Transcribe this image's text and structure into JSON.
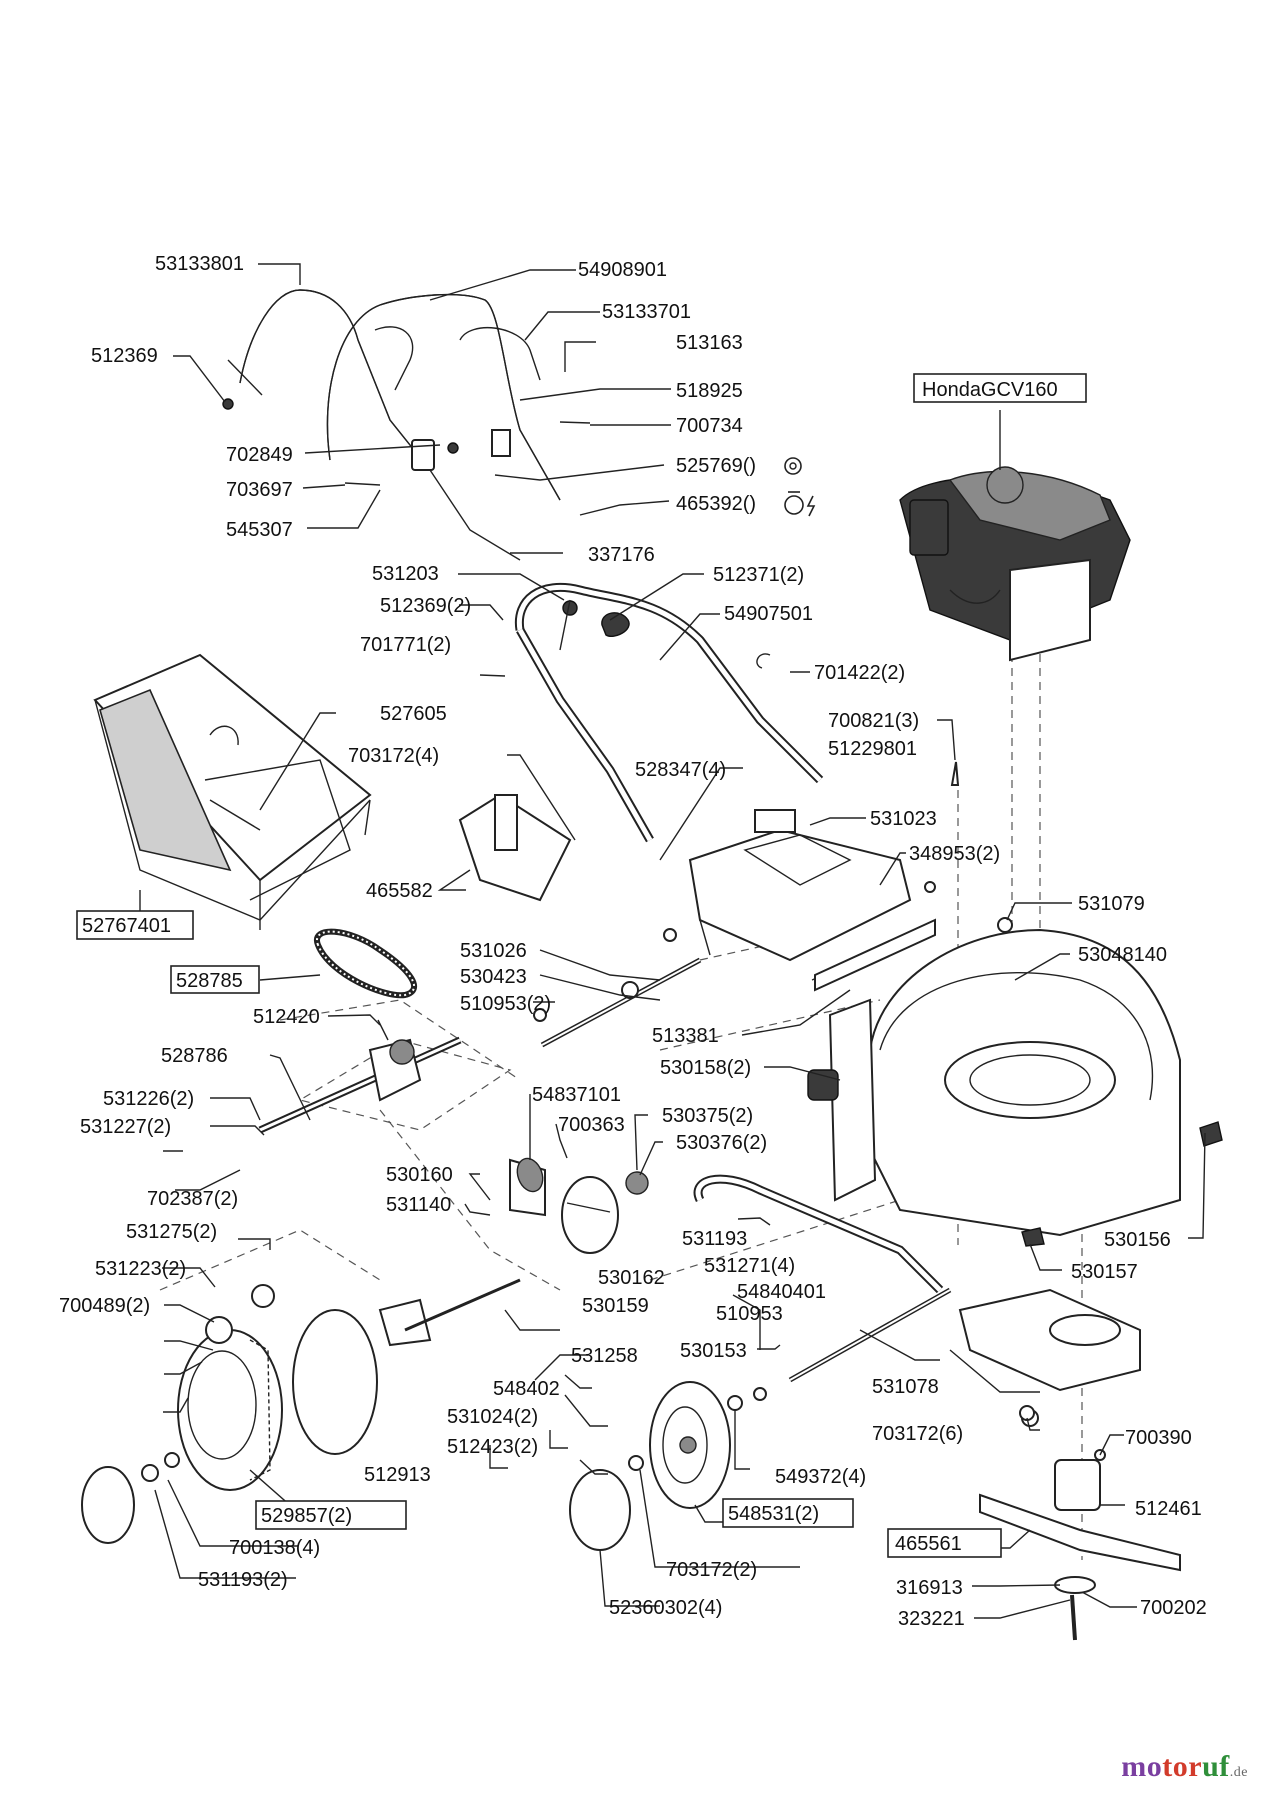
{
  "callouts": {
    "p53133801": "53133801",
    "p54908901": "54908901",
    "p53133701": "53133701",
    "p512369": "512369",
    "p513163": "513163",
    "p518925": "518925",
    "p700734": "700734",
    "p702849": "702849",
    "p525769": "525769()",
    "p703697": "703697",
    "p465392": "465392()",
    "p545307": "545307",
    "p337176": "337176",
    "p531203": "531203",
    "p512371_2": "512371(2)",
    "p512369_2": "512369(2)",
    "p54907501": "54907501",
    "p701771_2": "701771(2)",
    "p701422_2": "701422(2)",
    "p527605": "527605",
    "p700821_3": "700821(3)",
    "p51229801": "51229801",
    "p703172_4": "703172(4)",
    "p528347_4": "528347(4)",
    "p531023": "531023",
    "p348953_2": "348953(2)",
    "p465582": "465582",
    "p531079": "531079",
    "p52767401": "52767401",
    "p53048140": "53048140",
    "p531026": "531026",
    "p528785": "528785",
    "p530423": "530423",
    "p510953_2": "510953(2)",
    "p512420": "512420",
    "p513381": "513381",
    "p530158_2": "530158(2)",
    "p528786": "528786",
    "p54837101": "54837101",
    "p531226_2": "531226(2)",
    "p700363": "700363",
    "p530375_2": "530375(2)",
    "p531227_2": "531227(2)",
    "p530376_2": "530376(2)",
    "p530160": "530160",
    "p531140": "531140",
    "p702387_2": "702387(2)",
    "p531275_2": "531275(2)",
    "p531193": "531193",
    "p531271_4": "531271(4)",
    "p531223_2": "531223(2)",
    "p530162": "530162",
    "p54840401": "54840401",
    "p530156": "530156",
    "p700489_2": "700489(2)",
    "p530159": "530159",
    "p530157": "530157",
    "p510953": "510953",
    "p531258": "531258",
    "p530153": "530153",
    "p548402": "548402",
    "p531078": "531078",
    "p531024_2": "531024(2)",
    "p703172_6": "703172(6)",
    "p700390": "700390",
    "p512423_2": "512423(2)",
    "p549372_4": "549372(4)",
    "p512913": "512913",
    "p512461": "512461",
    "p529857_2": "529857(2)",
    "p548531_2": "548531(2)",
    "p465561": "465561",
    "p700138_4": "700138(4)",
    "p703172_2": "703172(2)",
    "p316913": "316913",
    "p700202": "700202",
    "p531193_2": "531193(2)",
    "p52360302_4": "52360302(4)",
    "p323221": "323221",
    "engine": "HondaGCV160"
  },
  "watermark": {
    "part1": "mo",
    "part2": "tor",
    "part3": "uf",
    "tld": ".de"
  }
}
